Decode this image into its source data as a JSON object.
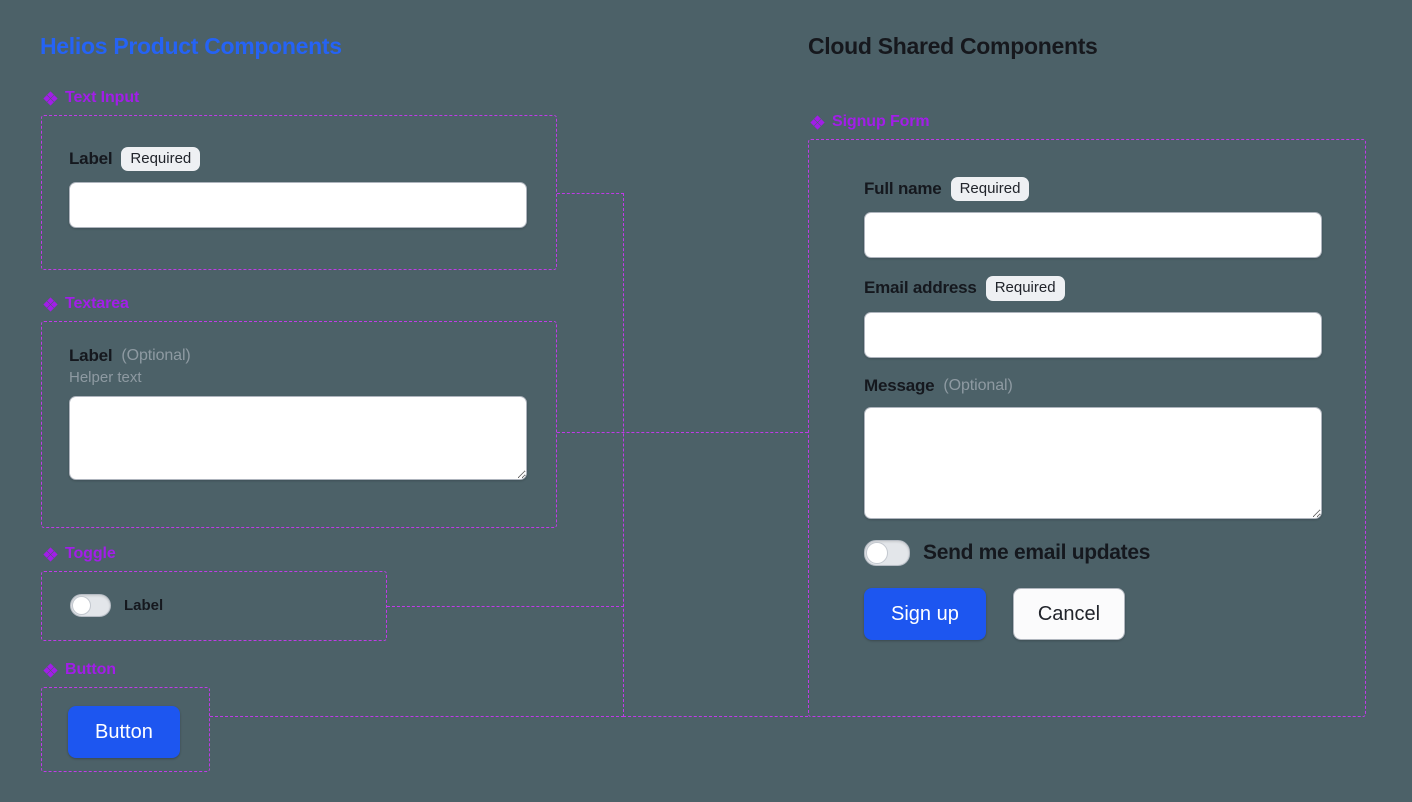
{
  "theme": {
    "background": "#4c6168",
    "accent_blue": "#2563f5",
    "accent_purple": "#a21ee8",
    "dashed_border": "#c03ae8",
    "button_primary_bg": "#1d56f0",
    "label_dark": "#15181e",
    "muted_text": "#8e9aa2",
    "badge_bg": "#eef0f3"
  },
  "left_panel": {
    "title": "Helios Product Components",
    "sections": [
      {
        "icon": "diamond-cluster-icon",
        "label": "Text Input",
        "field": {
          "label": "Label",
          "badge": "Required",
          "input_value": "",
          "input_placeholder": ""
        }
      },
      {
        "icon": "diamond-cluster-icon",
        "label": "Textarea",
        "field": {
          "label": "Label",
          "optional_tag": "(Optional)",
          "helper_text": "Helper text",
          "textarea_value": "",
          "textarea_placeholder": ""
        }
      },
      {
        "icon": "diamond-cluster-icon",
        "label": "Toggle",
        "field": {
          "toggle_label": "Label",
          "toggle_state": "off"
        }
      },
      {
        "icon": "diamond-cluster-icon",
        "label": "Button",
        "field": {
          "button_label": "Button"
        }
      }
    ]
  },
  "right_panel": {
    "title": "Cloud Shared Components",
    "section": {
      "icon": "diamond-cluster-icon",
      "label": "Signup Form"
    },
    "form": {
      "full_name": {
        "label": "Full name",
        "badge": "Required",
        "value": "",
        "placeholder": ""
      },
      "email": {
        "label": "Email address",
        "badge": "Required",
        "value": "",
        "placeholder": ""
      },
      "message": {
        "label": "Message",
        "optional_tag": "(Optional)",
        "value": "",
        "placeholder": ""
      },
      "email_updates": {
        "toggle_label": "Send me email updates",
        "toggle_state": "off"
      },
      "actions": {
        "submit_label": "Sign up",
        "cancel_label": "Cancel"
      }
    }
  }
}
